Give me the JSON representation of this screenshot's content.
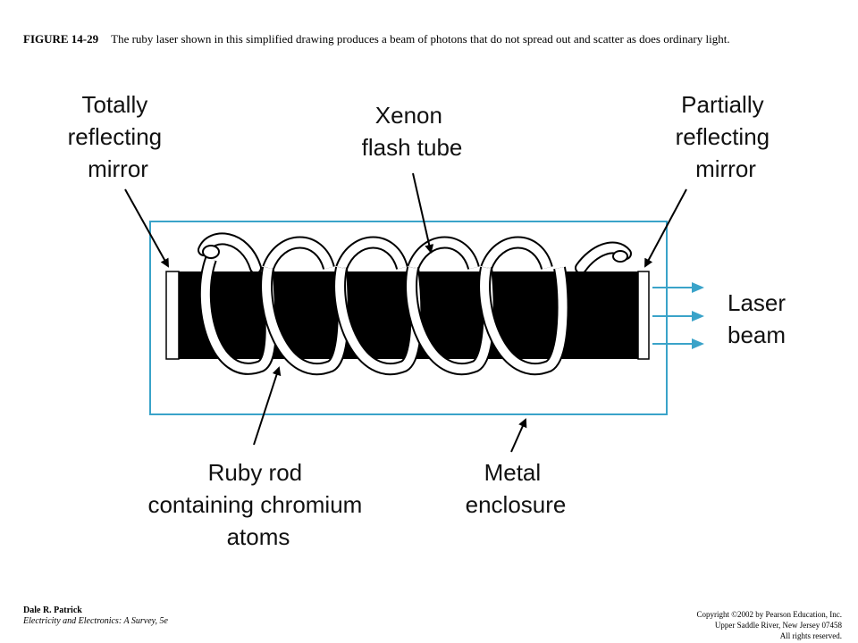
{
  "caption": {
    "figure_number": "FIGURE 14-29",
    "text": "The ruby laser shown in this simplified drawing produces a beam of photons that do not spread out and scatter as does ordinary light."
  },
  "labels": {
    "totally_reflecting_mirror": [
      "Totally",
      "reflecting",
      "mirror"
    ],
    "xenon_flash_tube": [
      "Xenon",
      "flash tube"
    ],
    "partially_reflecting_mirror": [
      "Partially",
      "reflecting",
      "mirror"
    ],
    "laser_beam": [
      "Laser",
      "beam"
    ],
    "ruby_rod": [
      "Ruby rod",
      "containing chromium",
      "atoms"
    ],
    "metal_enclosure": [
      "Metal",
      "enclosure"
    ]
  },
  "footer": {
    "author": "Dale R. Patrick",
    "book": "Electricity and Electronics: A Survey, 5e",
    "copyright": "Copyright ©2002 by Pearson Education, Inc.",
    "publisher_address": "Upper Saddle River, New Jersey 07458",
    "rights": "All rights reserved."
  },
  "colors": {
    "enclosure_outline": "#3aa3c9",
    "beam_arrows": "#3aa3c9",
    "rod_fill": "#000000",
    "coil_stroke": "#000000",
    "coil_fill": "#ffffff"
  }
}
